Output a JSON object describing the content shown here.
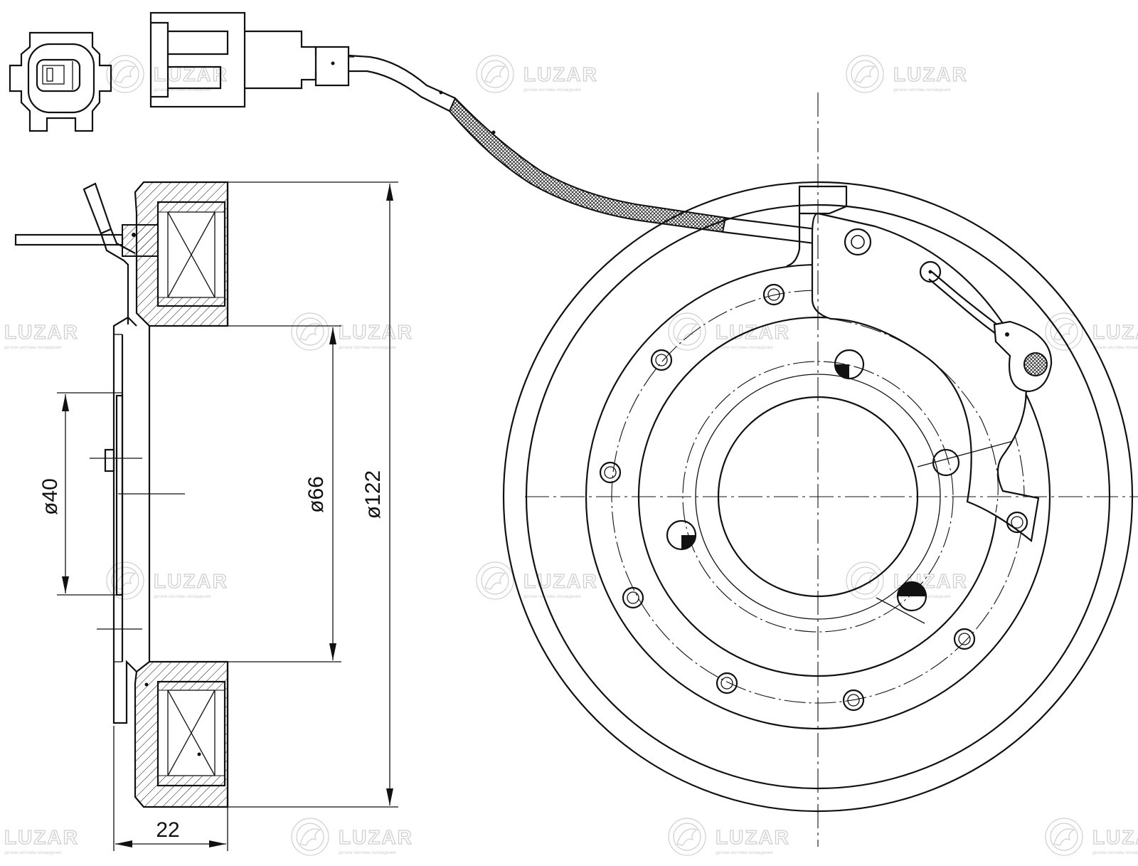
{
  "dimensions": {
    "width_label": "22",
    "d40_label": "ø40",
    "d66_label": "ø66",
    "d122_label": "ø122"
  },
  "watermark": {
    "brand": "LUZAR",
    "tagline": "детали системы охлаждения"
  }
}
